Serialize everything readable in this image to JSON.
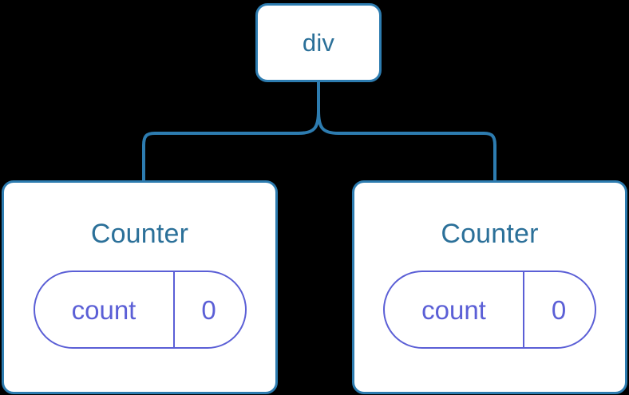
{
  "diagram": {
    "type": "component-tree",
    "colors": {
      "background": "#000000",
      "node_border": "#2d7cb0",
      "node_fill": "#ffffff",
      "node_label": "#2b7099",
      "connector": "#2d7cb0",
      "state_pill": "#5b5fd6"
    },
    "root": {
      "label": "div"
    },
    "children": [
      {
        "title": "Counter",
        "state": {
          "key": "count",
          "value": "0"
        }
      },
      {
        "title": "Counter",
        "state": {
          "key": "count",
          "value": "0"
        }
      }
    ]
  }
}
